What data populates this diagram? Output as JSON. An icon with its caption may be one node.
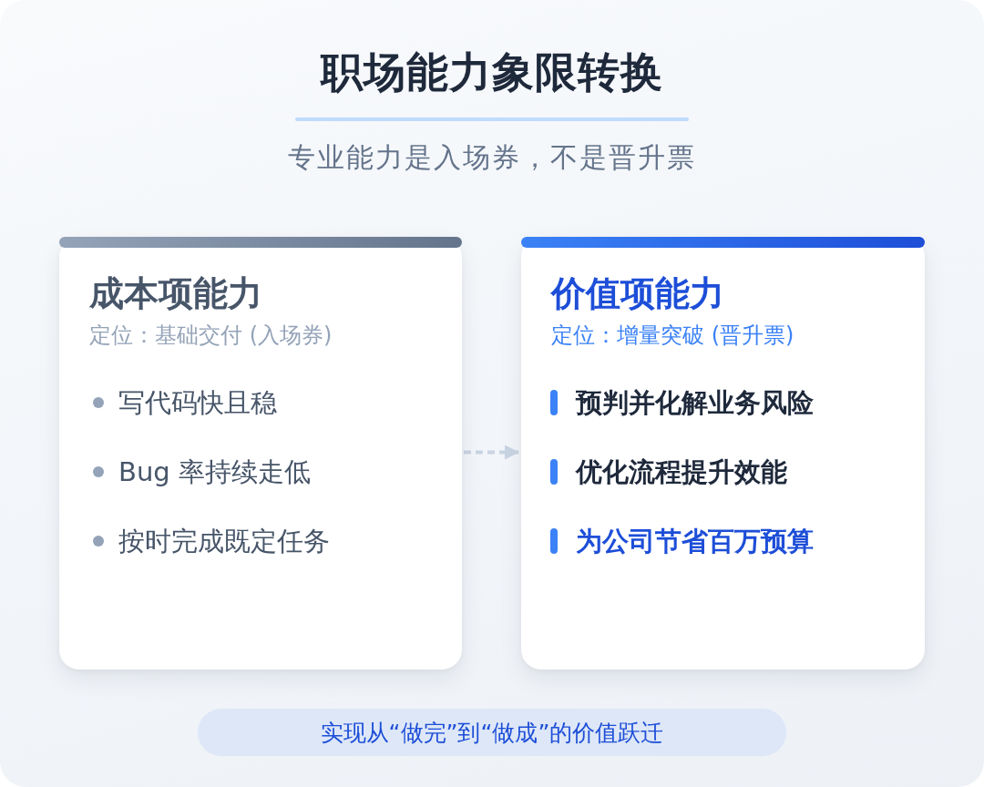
{
  "diagram": {
    "title": "职场能力象限转换",
    "nodes": [
      {
        "text": [
          "成本项能力",
          "定位：基础交付 (入场券)",
          "写代码快且稳",
          "Bug 率持续走低",
          "按时完成既定任务"
        ]
      },
      {
        "text": [
          "价值项能力",
          "定位：增量突破 (晋升票)",
          "预判并化解业务风险",
          "优化流程提升效能",
          "为公司节省百万预算"
        ]
      },
      {
        "text": [
          "实现从“做完”到“做成”的价值跃迁"
        ]
      }
    ],
    "edges": [
      {
        "from": 0,
        "to": 1,
        "arrow": "to",
        "style": "dashed"
      }
    ],
    "labels": [
      "专业能力是入场券，不是晋升票"
    ]
  }
}
